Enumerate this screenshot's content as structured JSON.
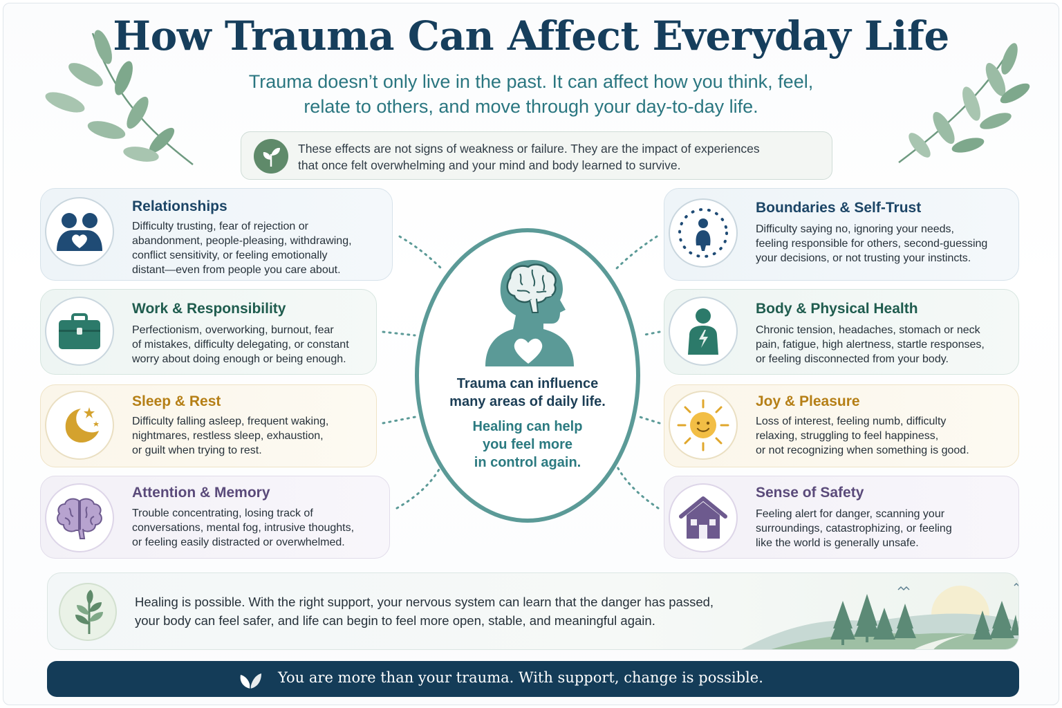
{
  "header": {
    "title": "How Trauma Can Affect Everyday Life",
    "subtitle_line1": "Trauma doesn’t only live in the past. It can affect how you think, feel,",
    "subtitle_line2": "relate to others, and move through your day-to-day life."
  },
  "notice": {
    "icon": "sprout-icon",
    "line1": "These effects are not signs of weakness or failure. They are the impact of experiences",
    "line2": "that once felt overwhelming and your mind and body learned to survive."
  },
  "center": {
    "icon": "head-with-brain-and-heart-icon",
    "line1": "Trauma can influence",
    "line2": "many areas of daily life.",
    "line3": "Healing can help",
    "line4": "you feel more",
    "line5": "in control again."
  },
  "cards_left": [
    {
      "title": "Relationships",
      "icon": "people-heart-icon",
      "lines": [
        "Difficulty trusting, fear of rejection or",
        "abandonment, people-pleasing, withdrawing,",
        "conflict sensitivity, or feeling emotionally",
        "distant—even from people you care about."
      ]
    },
    {
      "title": "Work & Responsibility",
      "icon": "briefcase-icon",
      "lines": [
        "Perfectionism, overworking, burnout, fear",
        "of mistakes, difficulty delegating, or constant",
        "worry about doing enough or being enough."
      ]
    },
    {
      "title": "Sleep & Rest",
      "icon": "moon-stars-icon",
      "lines": [
        "Difficulty falling asleep, frequent waking,",
        "nightmares, restless sleep, exhaustion,",
        "or guilt when trying to rest."
      ]
    },
    {
      "title": "Attention & Memory",
      "icon": "brain-icon",
      "lines": [
        "Trouble concentrating, losing track of",
        "conversations, mental fog, intrusive thoughts,",
        "or feeling easily distracted or overwhelmed."
      ]
    }
  ],
  "cards_right": [
    {
      "title": "Boundaries & Self-Trust",
      "icon": "person-boundary-icon",
      "lines": [
        "Difficulty saying no, ignoring your needs,",
        "feeling responsible for others, second-guessing",
        "your decisions, or not trusting your instincts."
      ]
    },
    {
      "title": "Body & Physical Health",
      "icon": "body-tension-icon",
      "lines": [
        "Chronic tension, headaches, stomach or neck",
        "pain, fatigue, high alertness, startle responses,",
        "or feeling disconnected from your body."
      ]
    },
    {
      "title": "Joy & Pleasure",
      "icon": "smiling-sun-icon",
      "lines": [
        "Loss of interest, feeling numb, difficulty",
        "relaxing, struggling to feel happiness,",
        "or not recognizing when something is good."
      ]
    },
    {
      "title": "Sense of Safety",
      "icon": "house-icon",
      "lines": [
        "Feeling alert for danger, scanning your",
        "surroundings, catastrophizing, or feeling",
        "like the world is generally unsafe."
      ]
    }
  ],
  "healing": {
    "icon": "seedling-icon",
    "line1": "Healing is possible. With the right support, your nervous system can learn that the danger has passed,",
    "line2": "your body can feel safer, and life can begin to feel more open, stable, and meaningful again."
  },
  "banner": {
    "icon": "leaves-icon",
    "text": "You are more than your trauma. With support, change is possible."
  },
  "colors": {
    "navy": "#163e5c",
    "teal": "#2a7680",
    "green": "#1f5c4e",
    "gold": "#b57f16",
    "purple": "#5a4a7a"
  }
}
